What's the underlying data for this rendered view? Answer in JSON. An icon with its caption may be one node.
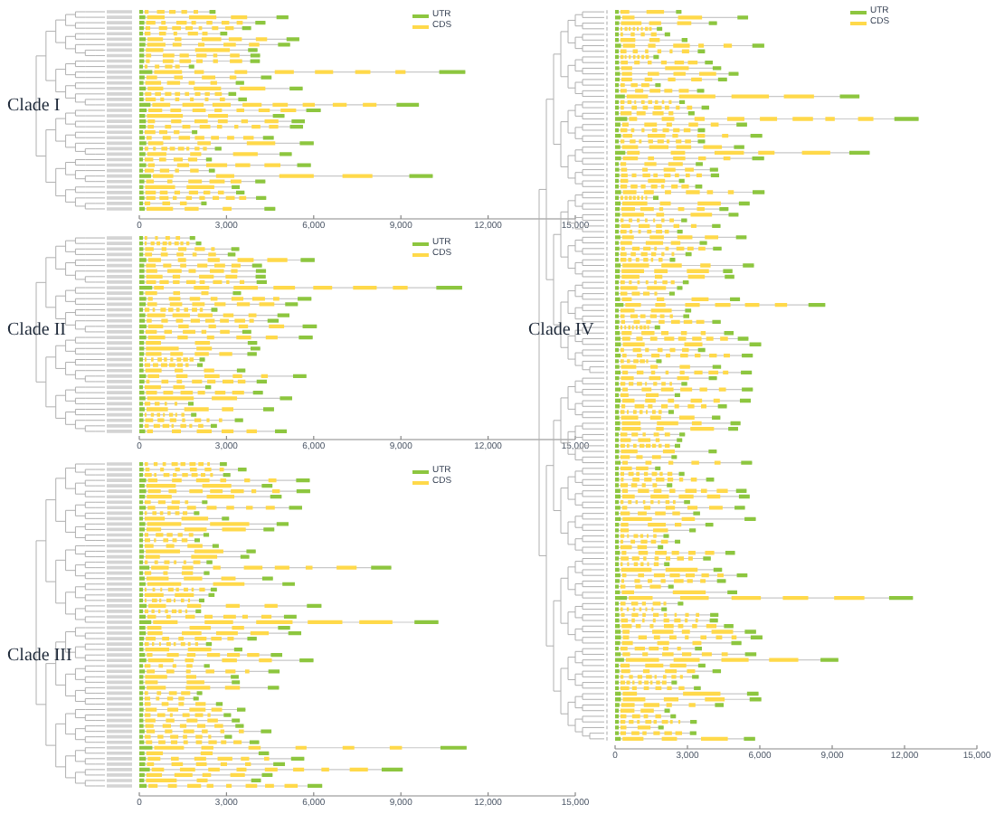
{
  "diagram": {
    "labels": [
      "Clade I",
      "0",
      "3,000",
      "6,000",
      "9,000",
      "12,000",
      "15,000",
      "Clade II",
      "0",
      "3,000",
      "6,000",
      "9,000",
      "12,000",
      "15,000",
      "Clade III",
      "0",
      "3,000",
      "6,000",
      "9,000",
      "12,000",
      "15,000",
      "Clade IV",
      "0",
      "3,000",
      "6,000",
      "9,000",
      "12,000",
      "15,000"
    ],
    "legend": [
      {
        "text": "UTR",
        "color": "#8dc63f"
      },
      {
        "text": "CDS",
        "color": "#ffd94a"
      },
      {
        "text": "UTR",
        "color": "#8dc63f"
      },
      {
        "text": "CDS",
        "color": "#ffd94a"
      },
      {
        "text": "UTR",
        "color": "#8dc63f"
      },
      {
        "text": "CDS",
        "color": "#ffd94a"
      },
      {
        "text": "UTR",
        "color": "#8dc63f"
      },
      {
        "text": "CDS",
        "color": "#ffd94a"
      }
    ]
  }
}
